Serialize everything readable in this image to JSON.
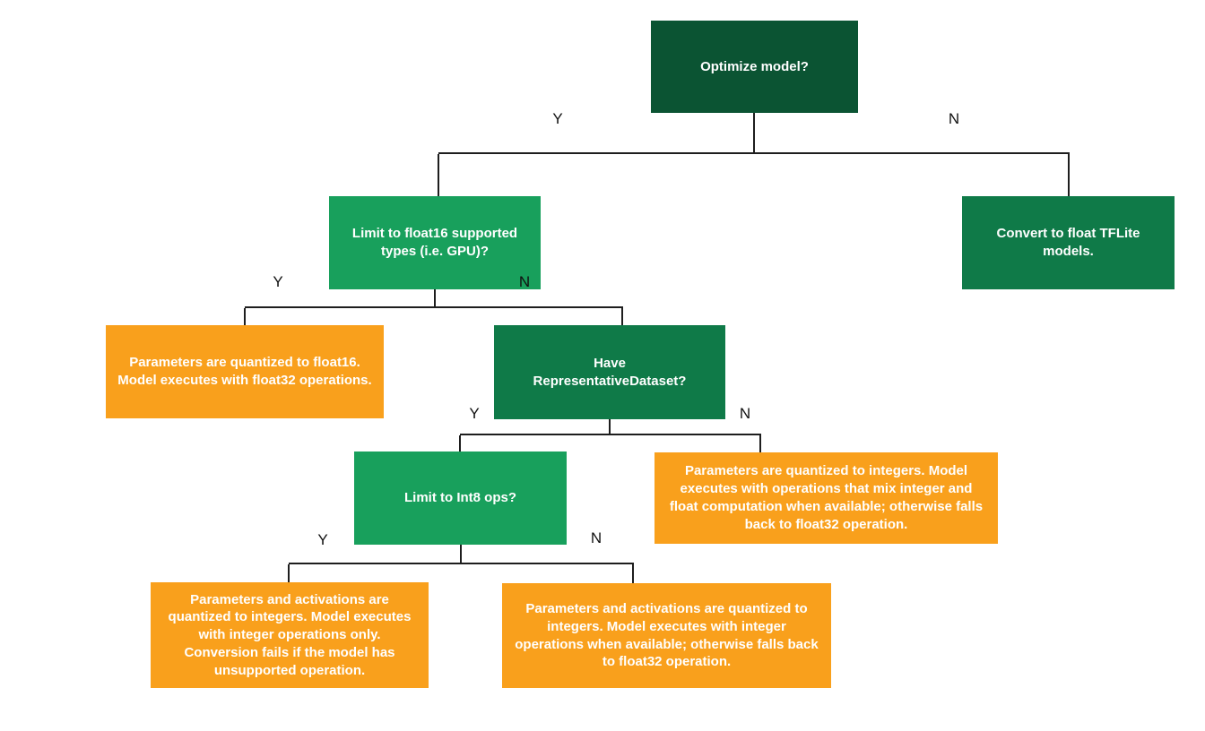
{
  "diagram": {
    "type": "flowchart",
    "background": "#FFFFFF",
    "edge_labels": {
      "yes": "Y",
      "no": "N"
    },
    "colors": {
      "decision_dark_green": "#0B5433",
      "decision_mid_green": "#0F7A48",
      "decision_bright_green": "#18A05C",
      "outcome_orange": "#F9A01C",
      "connector_line": "#1E1E1E",
      "node_text": "#FFFFFF",
      "edge_label_text": "#111111"
    },
    "nodes": [
      {
        "id": "optimize",
        "kind": "decision",
        "label": "Optimize model?",
        "color": "#0B5433"
      },
      {
        "id": "limit-float16",
        "kind": "decision",
        "label": "Limit to float16 supported types (i.e. GPU)?",
        "color": "#18A05C"
      },
      {
        "id": "convert-float",
        "kind": "outcome",
        "label": "Convert to float TFLite models.",
        "color": "#0F7A48"
      },
      {
        "id": "float16-result",
        "kind": "outcome",
        "label": "Parameters are quantized to float16. Model executes with float32 operations.",
        "color": "#F9A01C"
      },
      {
        "id": "have-representative-dataset",
        "kind": "decision",
        "label": "Have RepresentativeDataset?",
        "color": "#0F7A48"
      },
      {
        "id": "limit-int8",
        "kind": "decision",
        "label": "Limit to Int8 ops?",
        "color": "#18A05C"
      },
      {
        "id": "mixed-int-float-result",
        "kind": "outcome",
        "label": "Parameters are quantized to integers. Model executes with operations that mix integer and float computation when available; otherwise falls back to float32 operation.",
        "color": "#F9A01C"
      },
      {
        "id": "int8-only-result",
        "kind": "outcome",
        "label": "Parameters and activations are quantized to integers. Model executes with integer operations only. Conversion fails if the model has unsupported operation.",
        "color": "#F9A01C"
      },
      {
        "id": "int8-fallback-result",
        "kind": "outcome",
        "label": "Parameters and activations are quantized to integers. Model executes with integer operations when available; otherwise falls back to float32 operation.",
        "color": "#F9A01C"
      }
    ],
    "edges": [
      {
        "from": "optimize",
        "to": "limit-float16",
        "label": "Y"
      },
      {
        "from": "optimize",
        "to": "convert-float",
        "label": "N"
      },
      {
        "from": "limit-float16",
        "to": "float16-result",
        "label": "Y"
      },
      {
        "from": "limit-float16",
        "to": "have-representative-dataset",
        "label": "N"
      },
      {
        "from": "have-representative-dataset",
        "to": "limit-int8",
        "label": "Y"
      },
      {
        "from": "have-representative-dataset",
        "to": "mixed-int-float-result",
        "label": "N"
      },
      {
        "from": "limit-int8",
        "to": "int8-only-result",
        "label": "Y"
      },
      {
        "from": "limit-int8",
        "to": "int8-fallback-result",
        "label": "N"
      }
    ]
  }
}
